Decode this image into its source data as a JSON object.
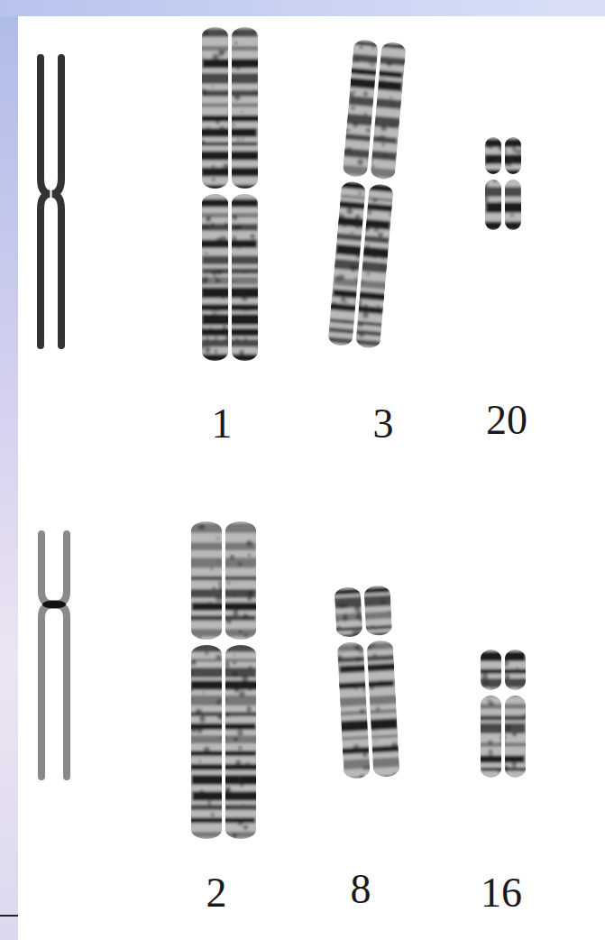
{
  "diagram": {
    "labels": [
      "1",
      "3",
      "20",
      "2",
      "8",
      "16"
    ]
  }
}
